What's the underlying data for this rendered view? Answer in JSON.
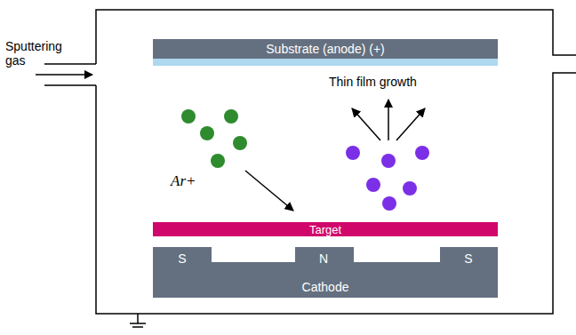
{
  "diagram": {
    "nodes": [
      {
        "text": [
          "Substrate (anode) (+)"
        ]
      },
      {
        "text": [
          "Target"
        ]
      },
      {
        "text": [
          "Cathode"
        ]
      }
    ],
    "labels": [
      "Sputtering gas",
      "Thin film growth",
      "Ar+",
      "S",
      "N",
      "S"
    ]
  }
}
